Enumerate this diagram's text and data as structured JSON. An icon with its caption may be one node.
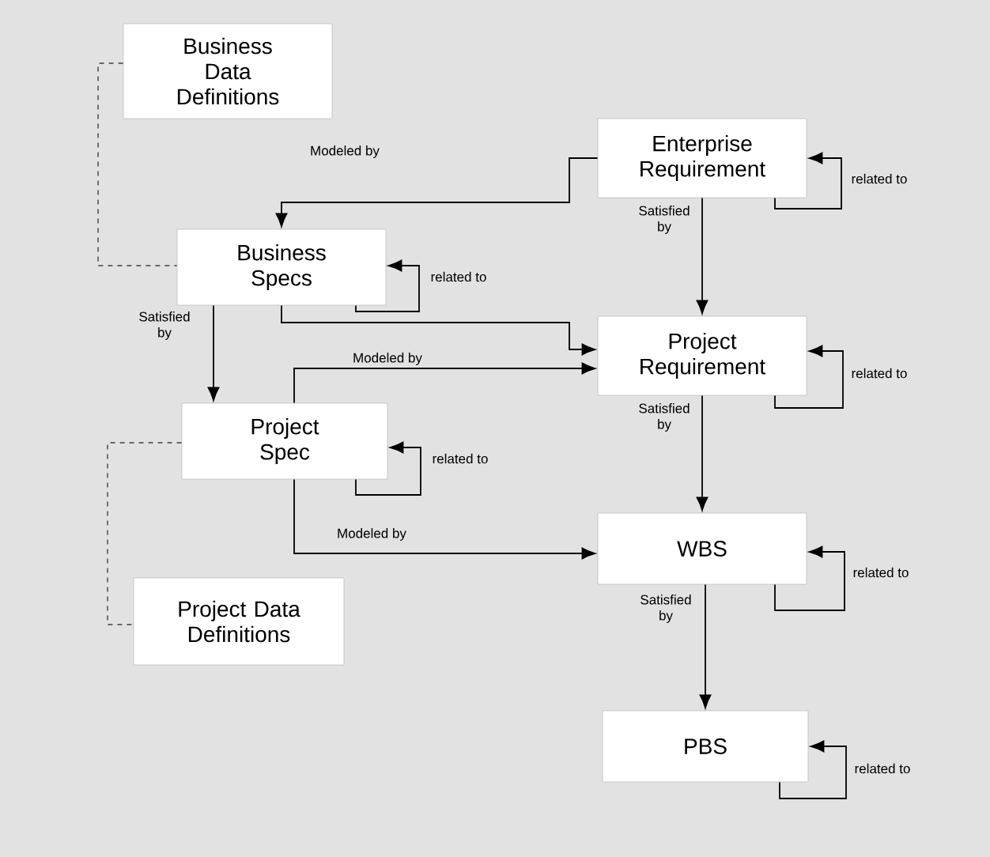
{
  "diagram": {
    "nodes": [
      {
        "text": [
          "Business Data Definitions"
        ]
      },
      {
        "text": [
          "Enterprise Requirement"
        ]
      },
      {
        "text": [
          "Business Specs"
        ]
      },
      {
        "text": [
          "Project Requirement"
        ]
      },
      {
        "text": [
          "Project Spec"
        ]
      },
      {
        "text": [
          "WBS"
        ]
      },
      {
        "text": [
          "Project Data Definitions"
        ]
      },
      {
        "text": [
          "PBS"
        ]
      }
    ],
    "edges": [
      {
        "from": 0,
        "to": 2,
        "arrow": "none",
        "style": "dashed"
      },
      {
        "from": 1,
        "to": 2,
        "arrow": "to",
        "label": "Modeled by"
      },
      {
        "from": 1,
        "to": 1,
        "arrow": "to",
        "label": "related to"
      },
      {
        "from": 1,
        "to": 3,
        "arrow": "to",
        "label": "Satisfied by"
      },
      {
        "from": 2,
        "to": 2,
        "arrow": "to",
        "label": "related to"
      },
      {
        "from": 2,
        "to": 3,
        "arrow": "to"
      },
      {
        "from": 2,
        "to": 4,
        "arrow": "to",
        "label": "Satisfied by"
      },
      {
        "from": 3,
        "to": 3,
        "arrow": "to",
        "label": "related to"
      },
      {
        "from": 3,
        "to": 5,
        "arrow": "to",
        "label": "Satisfied by"
      },
      {
        "from": 4,
        "to": 3,
        "arrow": "to",
        "label": "Modeled by"
      },
      {
        "from": 4,
        "to": 4,
        "arrow": "to",
        "label": "related to"
      },
      {
        "from": 4,
        "to": 5,
        "arrow": "to",
        "label": "Modeled by"
      },
      {
        "from": 4,
        "to": 6,
        "arrow": "none",
        "style": "dashed"
      },
      {
        "from": 5,
        "to": 5,
        "arrow": "to",
        "label": "related to"
      },
      {
        "from": 5,
        "to": 7,
        "arrow": "to",
        "label": "Satisfied by"
      },
      {
        "from": 7,
        "to": 7,
        "arrow": "to",
        "label": "related to"
      }
    ]
  }
}
